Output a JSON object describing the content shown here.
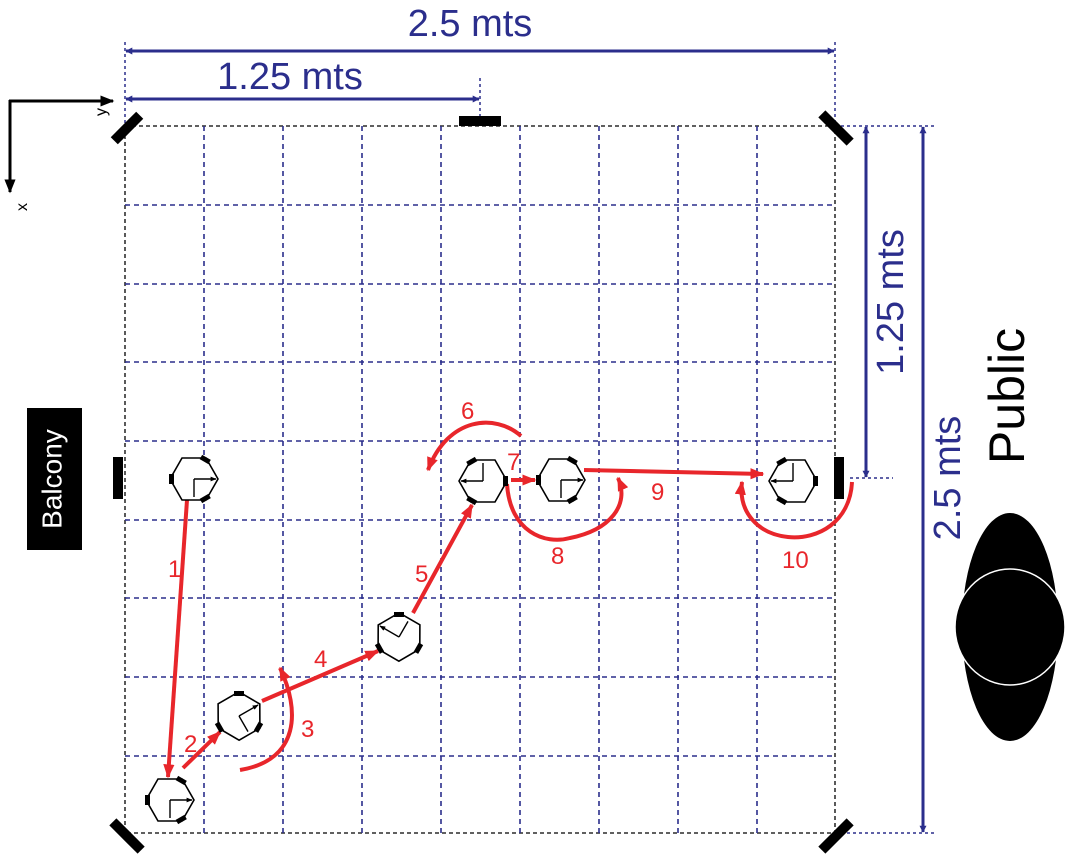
{
  "dimensions": {
    "top_full": "2.5 mts",
    "top_half": "1.25 mts",
    "right_half": "1.25 mts",
    "right_full": "2.5 mts"
  },
  "axes": {
    "x": "x",
    "y": "y"
  },
  "labels": {
    "balcony": "Balcony",
    "public": "Public"
  },
  "steps": [
    "1",
    "2",
    "3",
    "4",
    "5",
    "6",
    "7",
    "8",
    "9",
    "10"
  ],
  "colors": {
    "dimension": "#2b2e8c",
    "path": "#e8262b",
    "grid_outer": "#000000",
    "ink": "#000000"
  }
}
